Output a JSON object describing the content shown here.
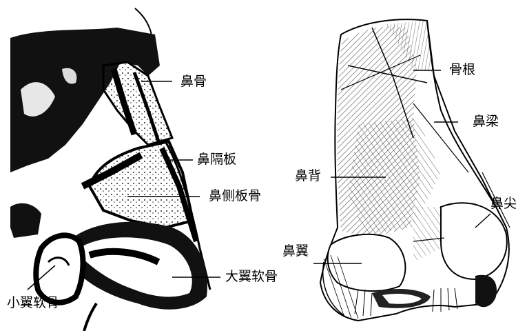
{
  "left_panel": {
    "labels": {
      "nasal_bone": "鼻骨",
      "septum": "鼻隔板",
      "lateral_cartilage": "鼻侧板骨",
      "major_alar_cartilage": "大翼软骨",
      "minor_alar_cartilage": "小翼软骨"
    }
  },
  "right_panel": {
    "labels": {
      "bone_root": "骨根",
      "bridge": "鼻梁",
      "dorsum": "鼻背",
      "tip": "鼻尖",
      "ala": "鼻翼"
    }
  }
}
